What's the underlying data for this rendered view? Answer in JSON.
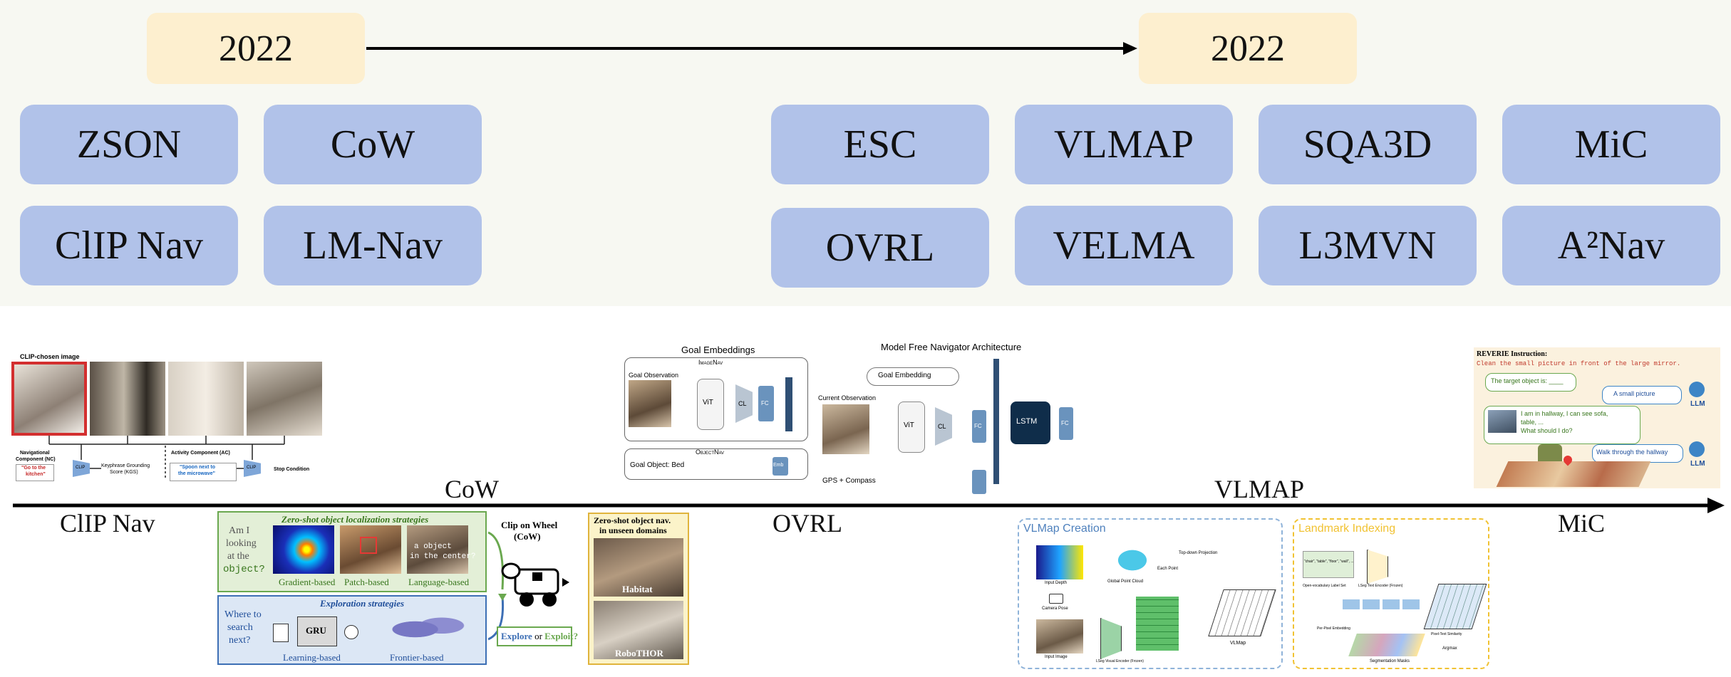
{
  "timeline_header": {
    "start_year": "2022",
    "end_year": "2022"
  },
  "boxes": [
    "ZSON",
    "CoW",
    "ClIP Nav",
    "LM-Nav",
    "ESC",
    "VLMAP",
    "SQA3D",
    "MiC",
    "OVRL",
    "VELMA",
    "L3MVN",
    "A²Nav"
  ],
  "timeline_labels": {
    "clipnav": "ClIP Nav",
    "cow": "CoW",
    "ovrl": "OVRL",
    "vlmap": "VLMAP",
    "mic": "MiC"
  },
  "clipnav_fig": {
    "chosen_title": "CLIP-chosen image",
    "nc_label_1": "Navigational",
    "nc_label_2": "Component (NC)",
    "nc_quote_1": "\"Go to the",
    "nc_quote_2": "kitchen\"",
    "ac_label": "Activity Component (AC)",
    "ac_quote_1": "\"Spoon next to",
    "ac_quote_2": "the microwave\"",
    "clip": "CLIP",
    "kgs_1": "Keyphrase Grounding",
    "kgs_2": "Score (KGS)",
    "stop": "Stop Condition"
  },
  "cow_fig": {
    "loc_title": "Zero-shot object localization strategies",
    "question_1": "Am I",
    "question_2": "looking",
    "question_3": "at the",
    "question_4": "object?",
    "gradient": "Gradient-based",
    "patch": "Patch-based",
    "language": "Language-based",
    "center_1": "a object",
    "center_2": "in the center?",
    "explore_title": "Exploration strategies",
    "where_1": "Where to",
    "where_2": "search",
    "where_3": "next?",
    "gru": "GRU",
    "learning": "Learning-based",
    "frontier": "Frontier-based",
    "wheel_1": "Clip on Wheel",
    "wheel_2": "(CoW)",
    "explore_word": "Explore",
    "or_word": " or ",
    "exploit_word": "Exploit?",
    "zs_title_1": "Zero-shot object nav.",
    "zs_title_2": "in unseen domains",
    "habitat": "Habitat",
    "robothor": "RoboTHOR"
  },
  "ovrl_fig": {
    "goal_embeddings": "Goal Embeddings",
    "imagenav": "ImageNav",
    "goal_obs": "Goal Observation",
    "vit": "ViT",
    "cl": "CL",
    "fc": "FC",
    "objectnav": "ObjectNav",
    "goal_object": "Goal Object: Bed",
    "emb": "Emb",
    "arch_title": "Model Free Navigator Architecture",
    "goal_embedding": "Goal Embedding",
    "current_obs": "Current Observation",
    "lstm": "LSTM",
    "gps": "GPS + Compass"
  },
  "vlmap_fig": {
    "creation": "VLMap Creation",
    "indexing": "Landmark Indexing",
    "input_depth": "Input Depth",
    "global_cloud": "Global Point Cloud",
    "camera_pose": "Camera Pose",
    "input_image": "Input Image",
    "lseg_visual": "LSeg Visual Encoder (Frozen)",
    "topdown": "Top-down Projection",
    "each_point": "Each Point",
    "vlmap": "VLMap",
    "labels": "\"chair\", \"table\", \"floor\", \"wall\", ...",
    "lseg_text": "LSeg Text Encoder (Frozen)",
    "label_set": "Open-vocabulary Label Set",
    "pixel_emb": "Per-Pixel Embedding",
    "pixel_sim": "Pixel-Text Similarity",
    "argmax": "Argmax",
    "seg_masks": "Segmentation Masks"
  },
  "mic_fig": {
    "reverie": "REVERIE Instruction:",
    "instruction": "Clean the small picture in front of the large mirror.",
    "target": "The target object is: ____",
    "small_picture": "A small picture",
    "hallway_1": "I am in hallway, I can see sofa,",
    "hallway_2": "table, ...",
    "hallway_3": "What should I do?",
    "walk": "Walk through the hallway",
    "llm": "LLM"
  },
  "colors": {
    "year_fill": "#fdefcf",
    "box_fill": "#b1c2e9",
    "band": "#f7f8f2"
  }
}
